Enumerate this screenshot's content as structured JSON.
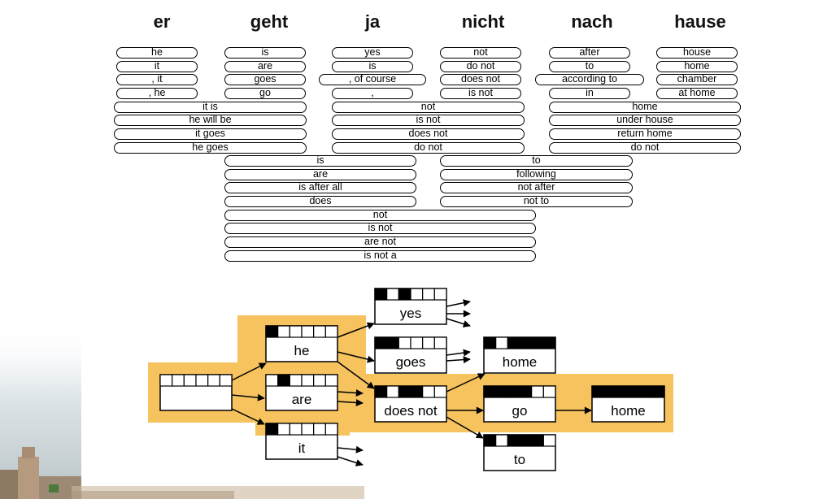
{
  "source_words": [
    "er",
    "geht",
    "ja",
    "nicht",
    "nach",
    "hause"
  ],
  "options": {
    "er": [
      "he",
      "it",
      ", it",
      ", he"
    ],
    "geht": [
      "is",
      "are",
      "goes",
      "go"
    ],
    "ja": [
      "yes",
      "is",
      ", of course",
      ","
    ],
    "nicht": [
      "not",
      "do not",
      "does not",
      "is not"
    ],
    "nach": [
      "after",
      "to",
      "according to",
      "in"
    ],
    "hause": [
      "house",
      "home",
      "chamber",
      "at home"
    ],
    "er_geht": [
      "it is",
      "he will be",
      "it goes",
      "he goes"
    ],
    "ja_nicht": [
      "not",
      "is not",
      "does not",
      "do not"
    ],
    "nach_hause": [
      "home",
      "under house",
      "return home",
      "do not"
    ],
    "geht_ja": [
      "is",
      "are",
      "is after all",
      "does"
    ],
    "nicht_nach": [
      "to",
      "following",
      "not after",
      "not to"
    ],
    "geht_ja_nicht": [
      "not",
      "is not",
      "are not",
      "is not a"
    ]
  },
  "lattice_nodes": [
    {
      "label": "",
      "coverage": [
        0,
        0,
        0,
        0,
        0,
        0
      ]
    },
    {
      "label": "he",
      "coverage": [
        1,
        0,
        0,
        0,
        0,
        0
      ]
    },
    {
      "label": "are",
      "coverage": [
        0,
        1,
        0,
        0,
        0,
        0
      ]
    },
    {
      "label": "it",
      "coverage": [
        1,
        0,
        0,
        0,
        0,
        0
      ]
    },
    {
      "label": "yes",
      "coverage": [
        1,
        0,
        1,
        0,
        0,
        0
      ]
    },
    {
      "label": "goes",
      "coverage": [
        1,
        1,
        0,
        0,
        0,
        0
      ]
    },
    {
      "label": "does not",
      "coverage": [
        1,
        0,
        1,
        1,
        0,
        0
      ]
    },
    {
      "label": "home",
      "coverage": [
        1,
        0,
        1,
        1,
        1,
        1
      ]
    },
    {
      "label": "go",
      "coverage": [
        1,
        1,
        1,
        1,
        0,
        0
      ]
    },
    {
      "label": "home",
      "coverage": [
        1,
        1,
        1,
        1,
        1,
        1
      ]
    },
    {
      "label": "to",
      "coverage": [
        1,
        0,
        1,
        1,
        1,
        0
      ]
    }
  ],
  "colors": {
    "highlight": "#f6c35f",
    "box": "#000000",
    "fill": "#000000"
  }
}
